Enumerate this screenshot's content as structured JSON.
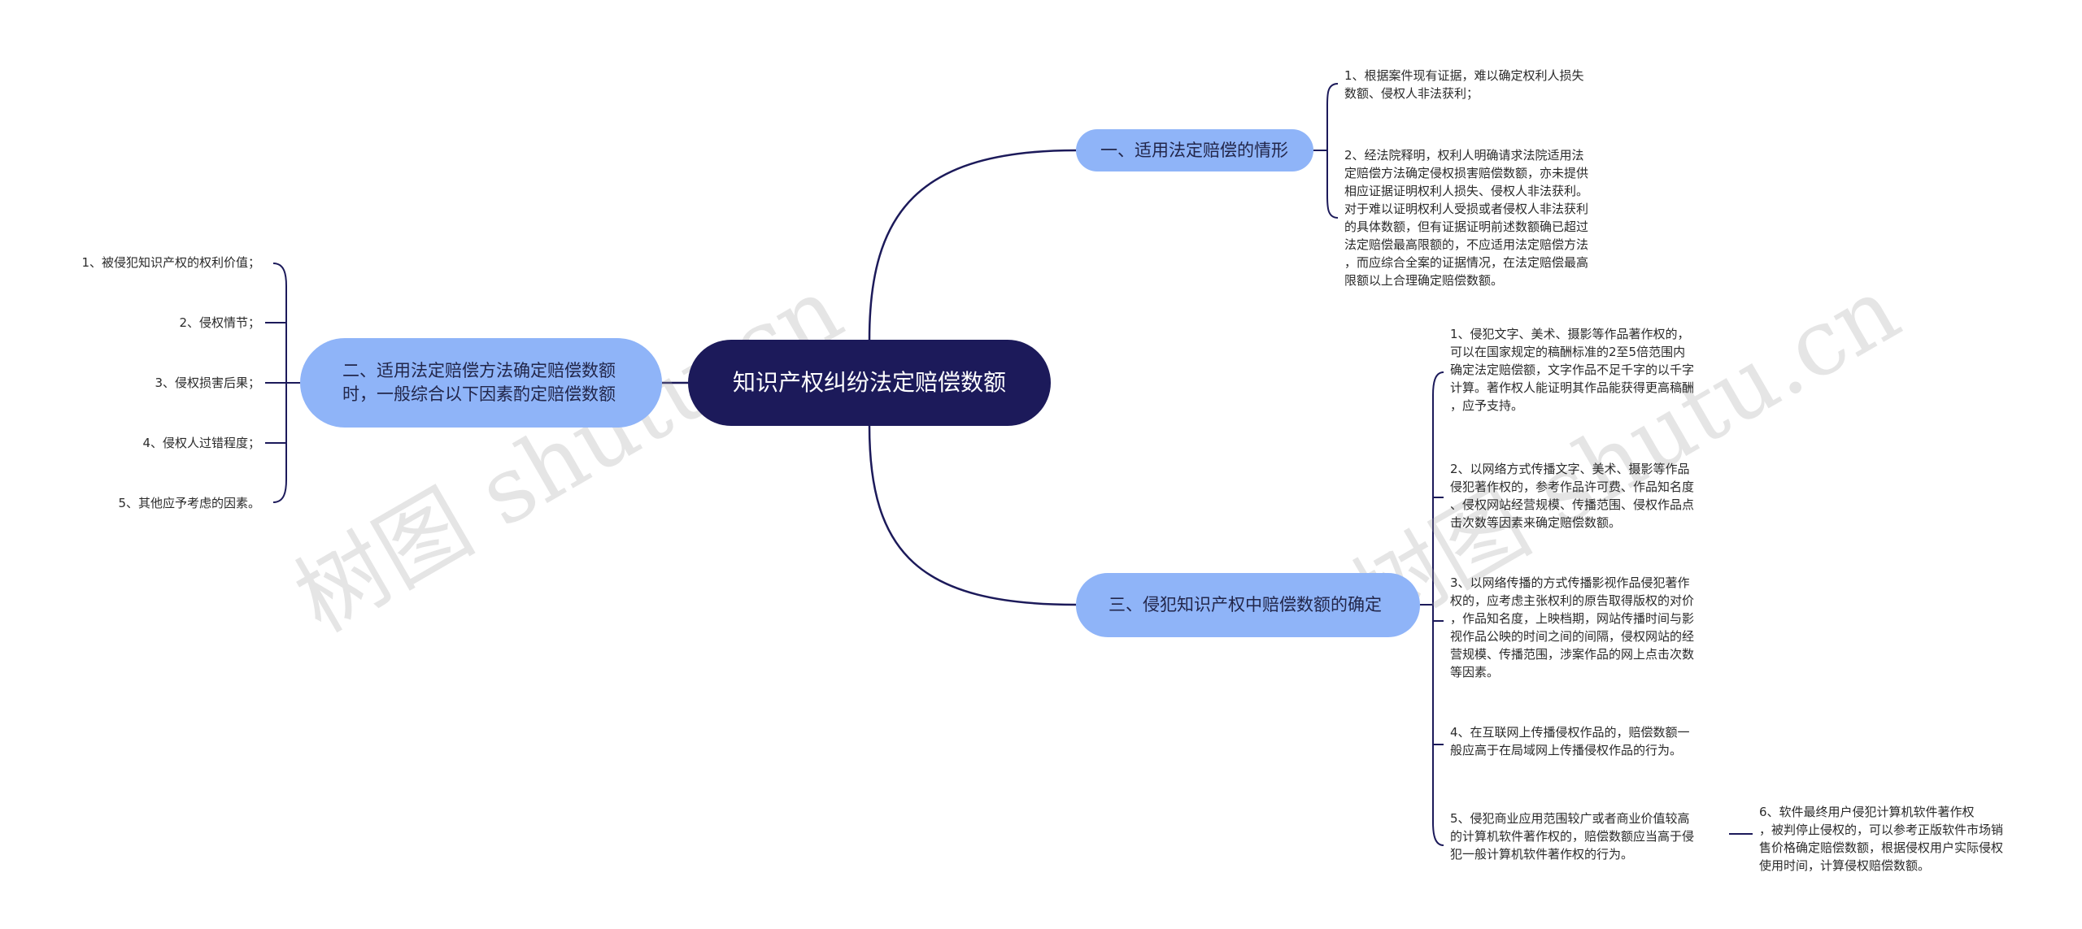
{
  "root": {
    "label": "知识产权纠纷法定赔偿数额"
  },
  "branches": [
    {
      "label": "一、适用法定赔偿的情形",
      "leaves": [
        "1、根据案件现有证据，难以确定权利人损失\n数额、侵权人非法获利；",
        "2、经法院释明，权利人明确请求法院适用法\n定赔偿方法确定侵权损害赔偿数额，亦未提供\n相应证据证明权利人损失、侵权人非法获利。\n对于难以证明权利人受损或者侵权人非法获利\n的具体数额，但有证据证明前述数额确已超过\n法定赔偿最高限额的，不应适用法定赔偿方法\n，而应综合全案的证据情况，在法定赔偿最高\n限额以上合理确定赔偿数额。"
      ]
    },
    {
      "label": "二、适用法定赔偿方法确定赔偿数额时，一般综合以下因素酌定赔偿数额",
      "leaves": [
        "1、被侵犯知识产权的权利价值；",
        "2、侵权情节；",
        "3、侵权损害后果；",
        "4、侵权人过错程度；",
        "5、其他应予考虑的因素。"
      ]
    },
    {
      "label": "三、侵犯知识产权中赔偿数额的确定",
      "leaves": [
        "1、侵犯文字、美术、摄影等作品著作权的，\n可以在国家规定的稿酬标准的2至5倍范围内\n确定法定赔偿额，文字作品不足千字的以千字\n计算。著作权人能证明其作品能获得更高稿酬\n，应予支持。",
        "2、以网络方式传播文字、美术、摄影等作品\n侵犯著作权的，参考作品许可费、作品知名度\n、侵权网站经营规模、传播范围、侵权作品点\n击次数等因素来确定赔偿数额。",
        "3、以网络传播的方式传播影视作品侵犯著作\n权的，应考虑主张权利的原告取得版权的对价\n，作品知名度，上映档期，网站传播时间与影\n视作品公映的时间之间的间隔，侵权网站的经\n营规模、传播范围，涉案作品的网上点击次数\n等因素。",
        "4、在互联网上传播侵权作品的，赔偿数额一\n般应高于在局域网上传播侵权作品的行为。",
        "5、侵犯商业应用范围较广或者商业价值较高\n的计算机软件著作权的，赔偿数额应当高于侵\n犯一般计算机软件著作权的行为。"
      ],
      "sub_leaf": "6、软件最终用户侵犯计算机软件著作权\n，被判停止侵权的，可以参考正版软件市场销\n售价格确定赔偿数额，根据侵权用户实际侵权\n使用时间，计算侵权赔偿数额。"
    }
  ],
  "watermarks": [
    "树图 shutu.cn",
    "树图 shutu.cn"
  ],
  "colors": {
    "root": "#1c1a5a",
    "branch": "#8fb4f8",
    "line": "#1c1a5a"
  }
}
